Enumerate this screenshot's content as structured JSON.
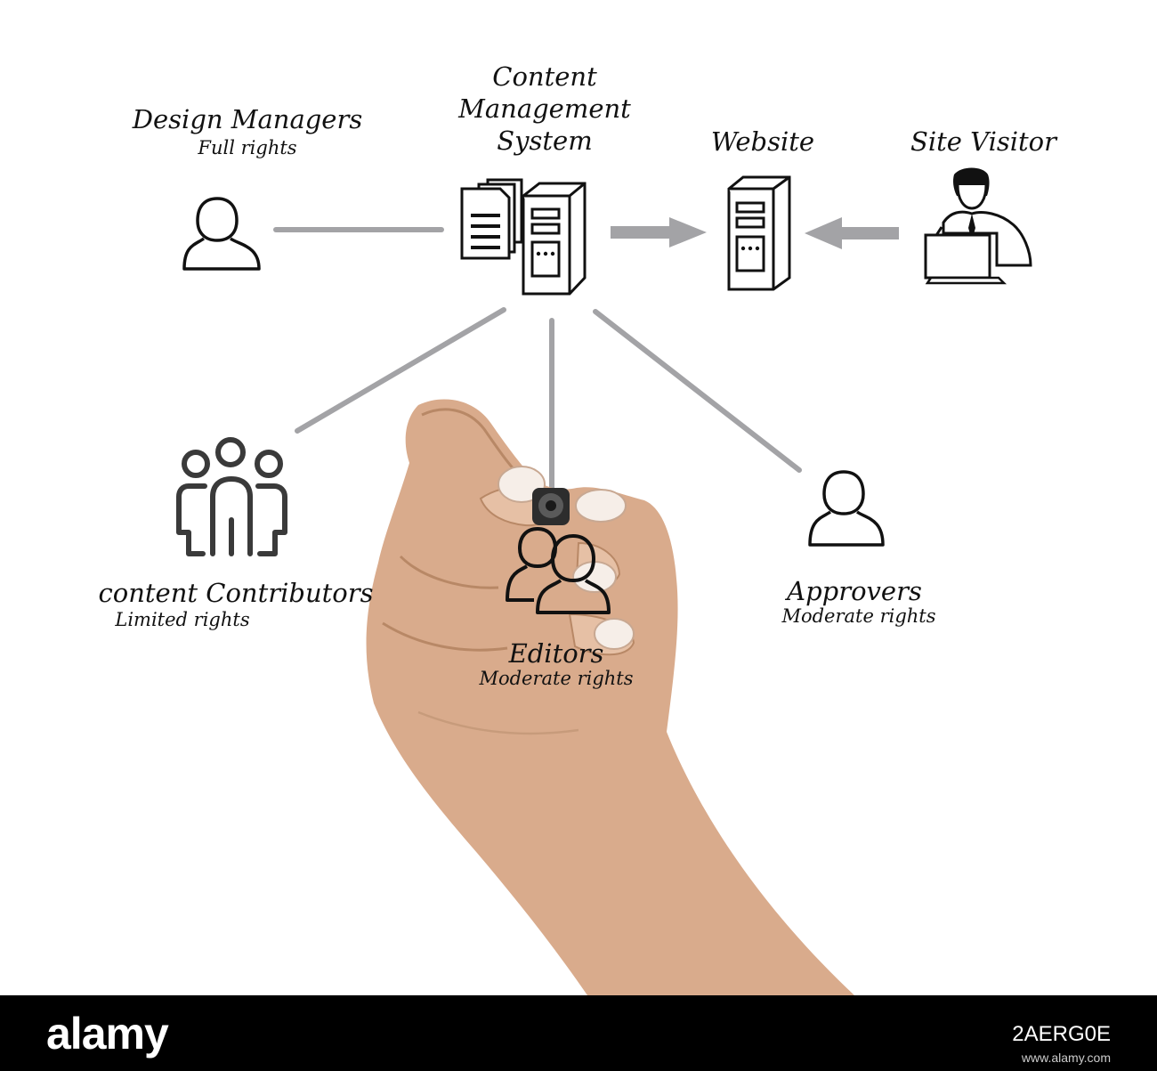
{
  "diagram": {
    "nodes": {
      "design_managers": {
        "title": "Design Managers",
        "subtitle": "Full rights",
        "icon": "person-icon"
      },
      "cms": {
        "title_lines": [
          "Content",
          "Management",
          "System"
        ],
        "icon": "documents-server-icon"
      },
      "website": {
        "title": "Website",
        "icon": "server-icon"
      },
      "site_visitor": {
        "title": "Site Visitor",
        "icon": "person-laptop-icon"
      },
      "content_contributors": {
        "title": "content Contributors",
        "subtitle": "Limited rights",
        "icon": "group-icon"
      },
      "editors": {
        "title": "Editors",
        "subtitle": "Moderate rights",
        "icon": "two-persons-icon"
      },
      "approvers": {
        "title": "Approvers",
        "subtitle": "Moderate rights",
        "icon": "person-icon"
      }
    },
    "connector_color": "#a3a3a6"
  },
  "watermark": {
    "logo": "alamy",
    "image_id": "2AERG0E",
    "url": "www.alamy.com"
  }
}
